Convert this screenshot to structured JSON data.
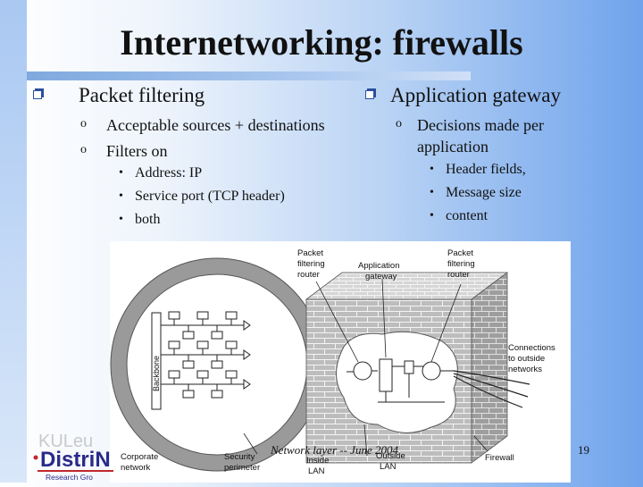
{
  "slide": {
    "title": "Internetworking: firewalls",
    "left": {
      "heading": "Packet filtering",
      "items": [
        "Acceptable sources + destinations",
        "Filters on"
      ],
      "subitems": [
        "Address: IP",
        "Service port (TCP header)",
        "both"
      ]
    },
    "right": {
      "heading": "Application gateway",
      "items": [
        "Decisions made per",
        "application"
      ],
      "subitems": [
        "Header fields,",
        "Message size",
        "content"
      ]
    },
    "figure": {
      "labels": {
        "backbone": "Backbone",
        "pf_router_left": [
          "Packet",
          "filtering",
          "router"
        ],
        "app_gateway": [
          "Application",
          "gateway"
        ],
        "pf_router_right": [
          "Packet",
          "filtering",
          "router"
        ],
        "connections": [
          "Connections",
          "to outside",
          "networks"
        ],
        "corporate": [
          "Corporate",
          "network"
        ],
        "security": [
          "Security",
          "perimeter"
        ],
        "inside": [
          "Inside",
          "LAN"
        ],
        "outside": [
          "Outside",
          "LAN"
        ],
        "firewall": "Firewall"
      }
    },
    "footer": "Network layer -- June 2004",
    "page_number": "19",
    "logo": {
      "top": "KULeu",
      "main": "DistriN",
      "sub": "Research Gro"
    },
    "colors": {
      "accent": "#2a4f9c",
      "logo_blue": "#2a2a8a",
      "logo_red": "#c0282d"
    }
  }
}
